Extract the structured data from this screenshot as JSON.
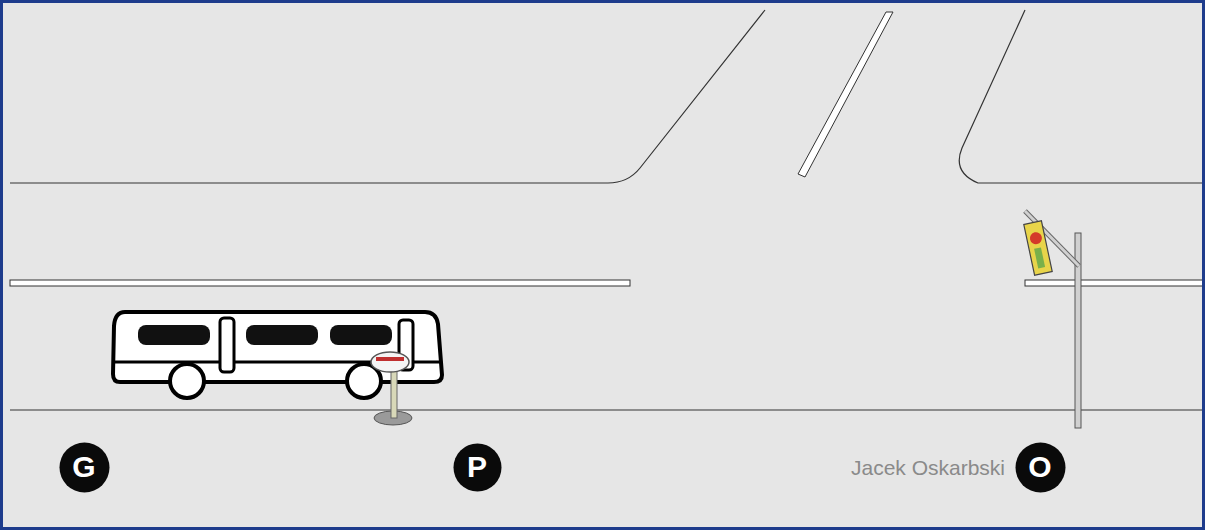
{
  "diagram": {
    "nodes": [
      {
        "text": [
          "G"
        ]
      },
      {
        "text": [
          "P"
        ]
      },
      {
        "text": [
          "O"
        ]
      }
    ],
    "labels": [
      "Jacek Oskarbski"
    ]
  }
}
